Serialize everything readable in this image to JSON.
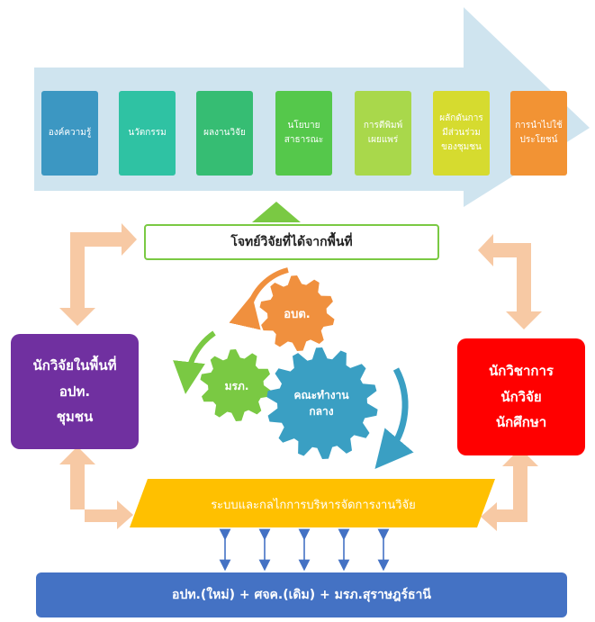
{
  "outcomes": [
    {
      "label": "องค์ความรู้",
      "color": "#3c97c2"
    },
    {
      "label": "นวัตกรรม",
      "color": "#2fc2a3"
    },
    {
      "label": "ผลงานวิจัย",
      "color": "#36bd73"
    },
    {
      "label": "นโยบาย\nสาธารณะ",
      "color": "#55c84b"
    },
    {
      "label": "การตีพิมพ์\nเผยแพร่",
      "color": "#a9d84b"
    },
    {
      "label": "ผลักดันการ\nมีส่วนร่วม\nของชุมชน",
      "color": "#d6db2f"
    },
    {
      "label": "การนำไปใช้\nประโยชน์",
      "color": "#f29334"
    }
  ],
  "problem_box": "โจทย์วิจัยที่ได้จากพื้นที่",
  "left_box": "นักวิจัยในพื้นที่\nอปท.\nชุมชน",
  "right_box": "นักวิชาการ\nนักวิจัย\nนักศึกษา",
  "gears": {
    "top": "อบต.",
    "left": "มรภ.",
    "center": "คณะทำงาน\nกลาง"
  },
  "management_bar": "ระบบและกลไกการบริหารจัดการงานวิจัย",
  "bottom_bar": "อปท.(ใหม่) + ศจค.(เดิม) + มรภ.สุราษฎร์ธานี",
  "colors": {
    "big_arrow": "#cfe4ef",
    "connector_arrow": "#f7c9a4",
    "left_box": "#7030a0",
    "right_box": "#ff0000",
    "management_bar": "#ffc000",
    "bottom_bar": "#4472c4",
    "gear_orange": "#f0903e",
    "gear_green": "#7ac943",
    "gear_blue": "#3a9fc3"
  }
}
